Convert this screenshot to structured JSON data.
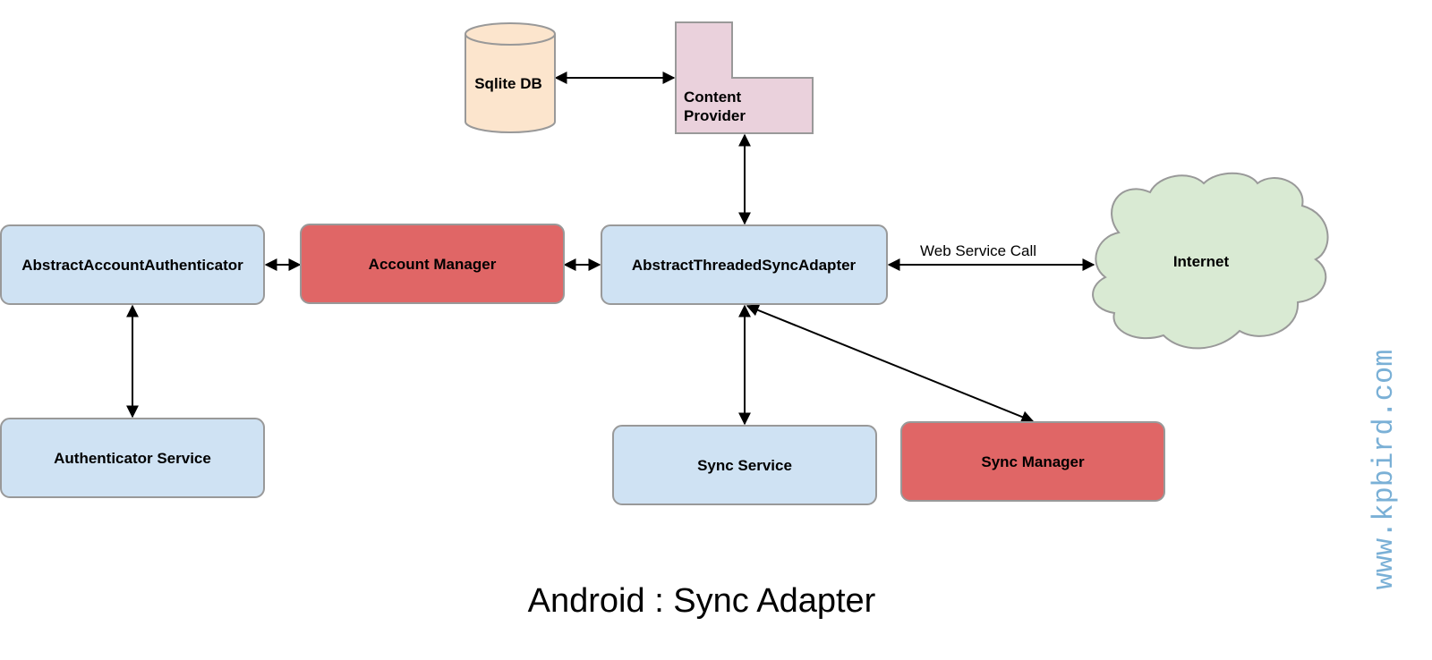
{
  "diagram": {
    "title": "Android : Sync Adapter",
    "watermark": "www.kpbird.com",
    "colors": {
      "blue_fill": "#cfe2f3",
      "red_fill": "#e06666",
      "db_fill": "#fce5cd",
      "provider_fill": "#ead1dc",
      "cloud_fill": "#d9ead3",
      "border": "#999999",
      "watermark": "#7ab0d6"
    },
    "nodes": {
      "sqlite_db": {
        "label": "Sqlite DB",
        "shape": "cylinder"
      },
      "content_provider": {
        "line1": "Content",
        "line2": "Provider",
        "shape": "l-shape"
      },
      "abstract_account_authenticator": {
        "label": "AbstractAccountAuthenticator",
        "shape": "rounded-rect"
      },
      "account_manager": {
        "label": "Account Manager",
        "shape": "rounded-rect"
      },
      "abstract_threaded_sync_adapter": {
        "label": "AbstractThreadedSyncAdapter",
        "shape": "rounded-rect"
      },
      "internet": {
        "label": "Internet",
        "shape": "cloud"
      },
      "authenticator_service": {
        "label": "Authenticator Service",
        "shape": "rounded-rect"
      },
      "sync_service": {
        "label": "Sync Service",
        "shape": "rounded-rect"
      },
      "sync_manager": {
        "label": "Sync Manager",
        "shape": "rounded-rect"
      }
    },
    "edges": [
      {
        "from": "sqlite_db",
        "to": "content_provider",
        "direction": "both",
        "label": ""
      },
      {
        "from": "content_provider",
        "to": "abstract_threaded_sync_adapter",
        "direction": "both",
        "label": ""
      },
      {
        "from": "abstract_account_authenticator",
        "to": "account_manager",
        "direction": "both",
        "label": ""
      },
      {
        "from": "account_manager",
        "to": "abstract_threaded_sync_adapter",
        "direction": "both",
        "label": ""
      },
      {
        "from": "abstract_threaded_sync_adapter",
        "to": "internet",
        "direction": "both",
        "label": "Web Service Call"
      },
      {
        "from": "abstract_account_authenticator",
        "to": "authenticator_service",
        "direction": "both",
        "label": ""
      },
      {
        "from": "abstract_threaded_sync_adapter",
        "to": "sync_service",
        "direction": "both",
        "label": ""
      },
      {
        "from": "abstract_threaded_sync_adapter",
        "to": "sync_manager",
        "direction": "both",
        "label": ""
      }
    ]
  }
}
